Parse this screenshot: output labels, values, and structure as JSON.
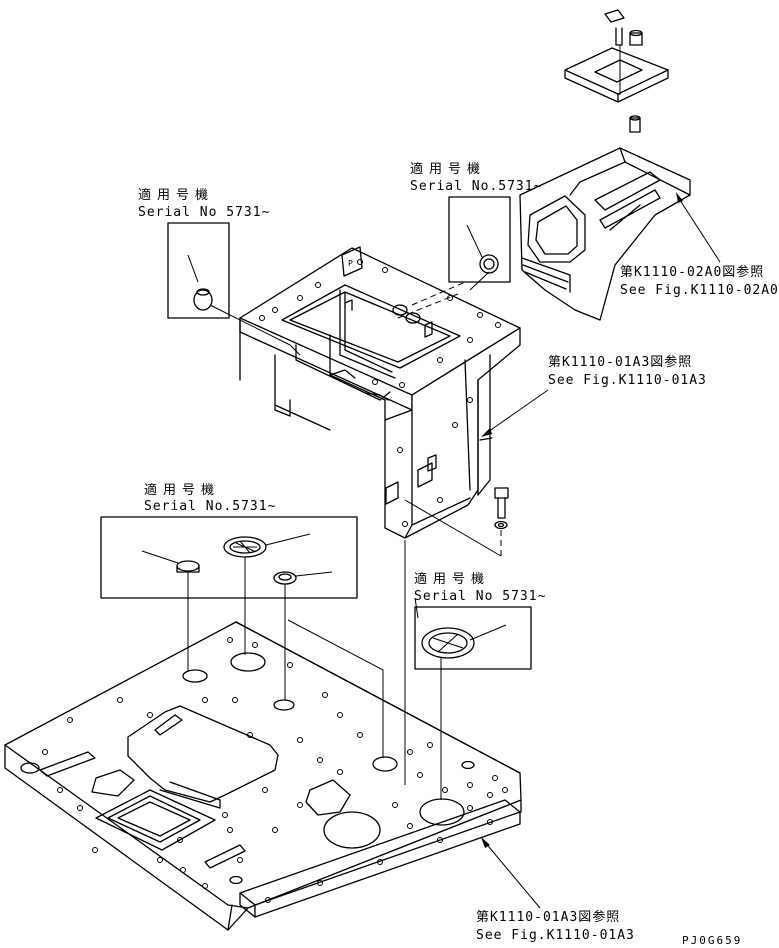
{
  "callouts": {
    "serial_left": {
      "title": "適用号機",
      "serial": "Serial No 5731~"
    },
    "serial_top": {
      "title": "適用号機",
      "serial": "Serial No.5731~"
    },
    "serial_middle": {
      "title": "適用号機",
      "serial": "Serial No.5731~"
    },
    "serial_bottom_right": {
      "title": "適用号機",
      "serial": "Serial No 5731~"
    }
  },
  "references": {
    "ref_console": {
      "ja": "第K1110-02A0図参照",
      "en": "See Fig.K1110-02A0"
    },
    "ref_stand": {
      "ja": "第K1110-01A3図参照",
      "en": "See Fig.K1110-01A3"
    },
    "ref_floor": {
      "ja": "第K1110-01A3図参照",
      "en": "See Fig.K1110-01A3"
    }
  },
  "drawing_code": "PJ0G659"
}
